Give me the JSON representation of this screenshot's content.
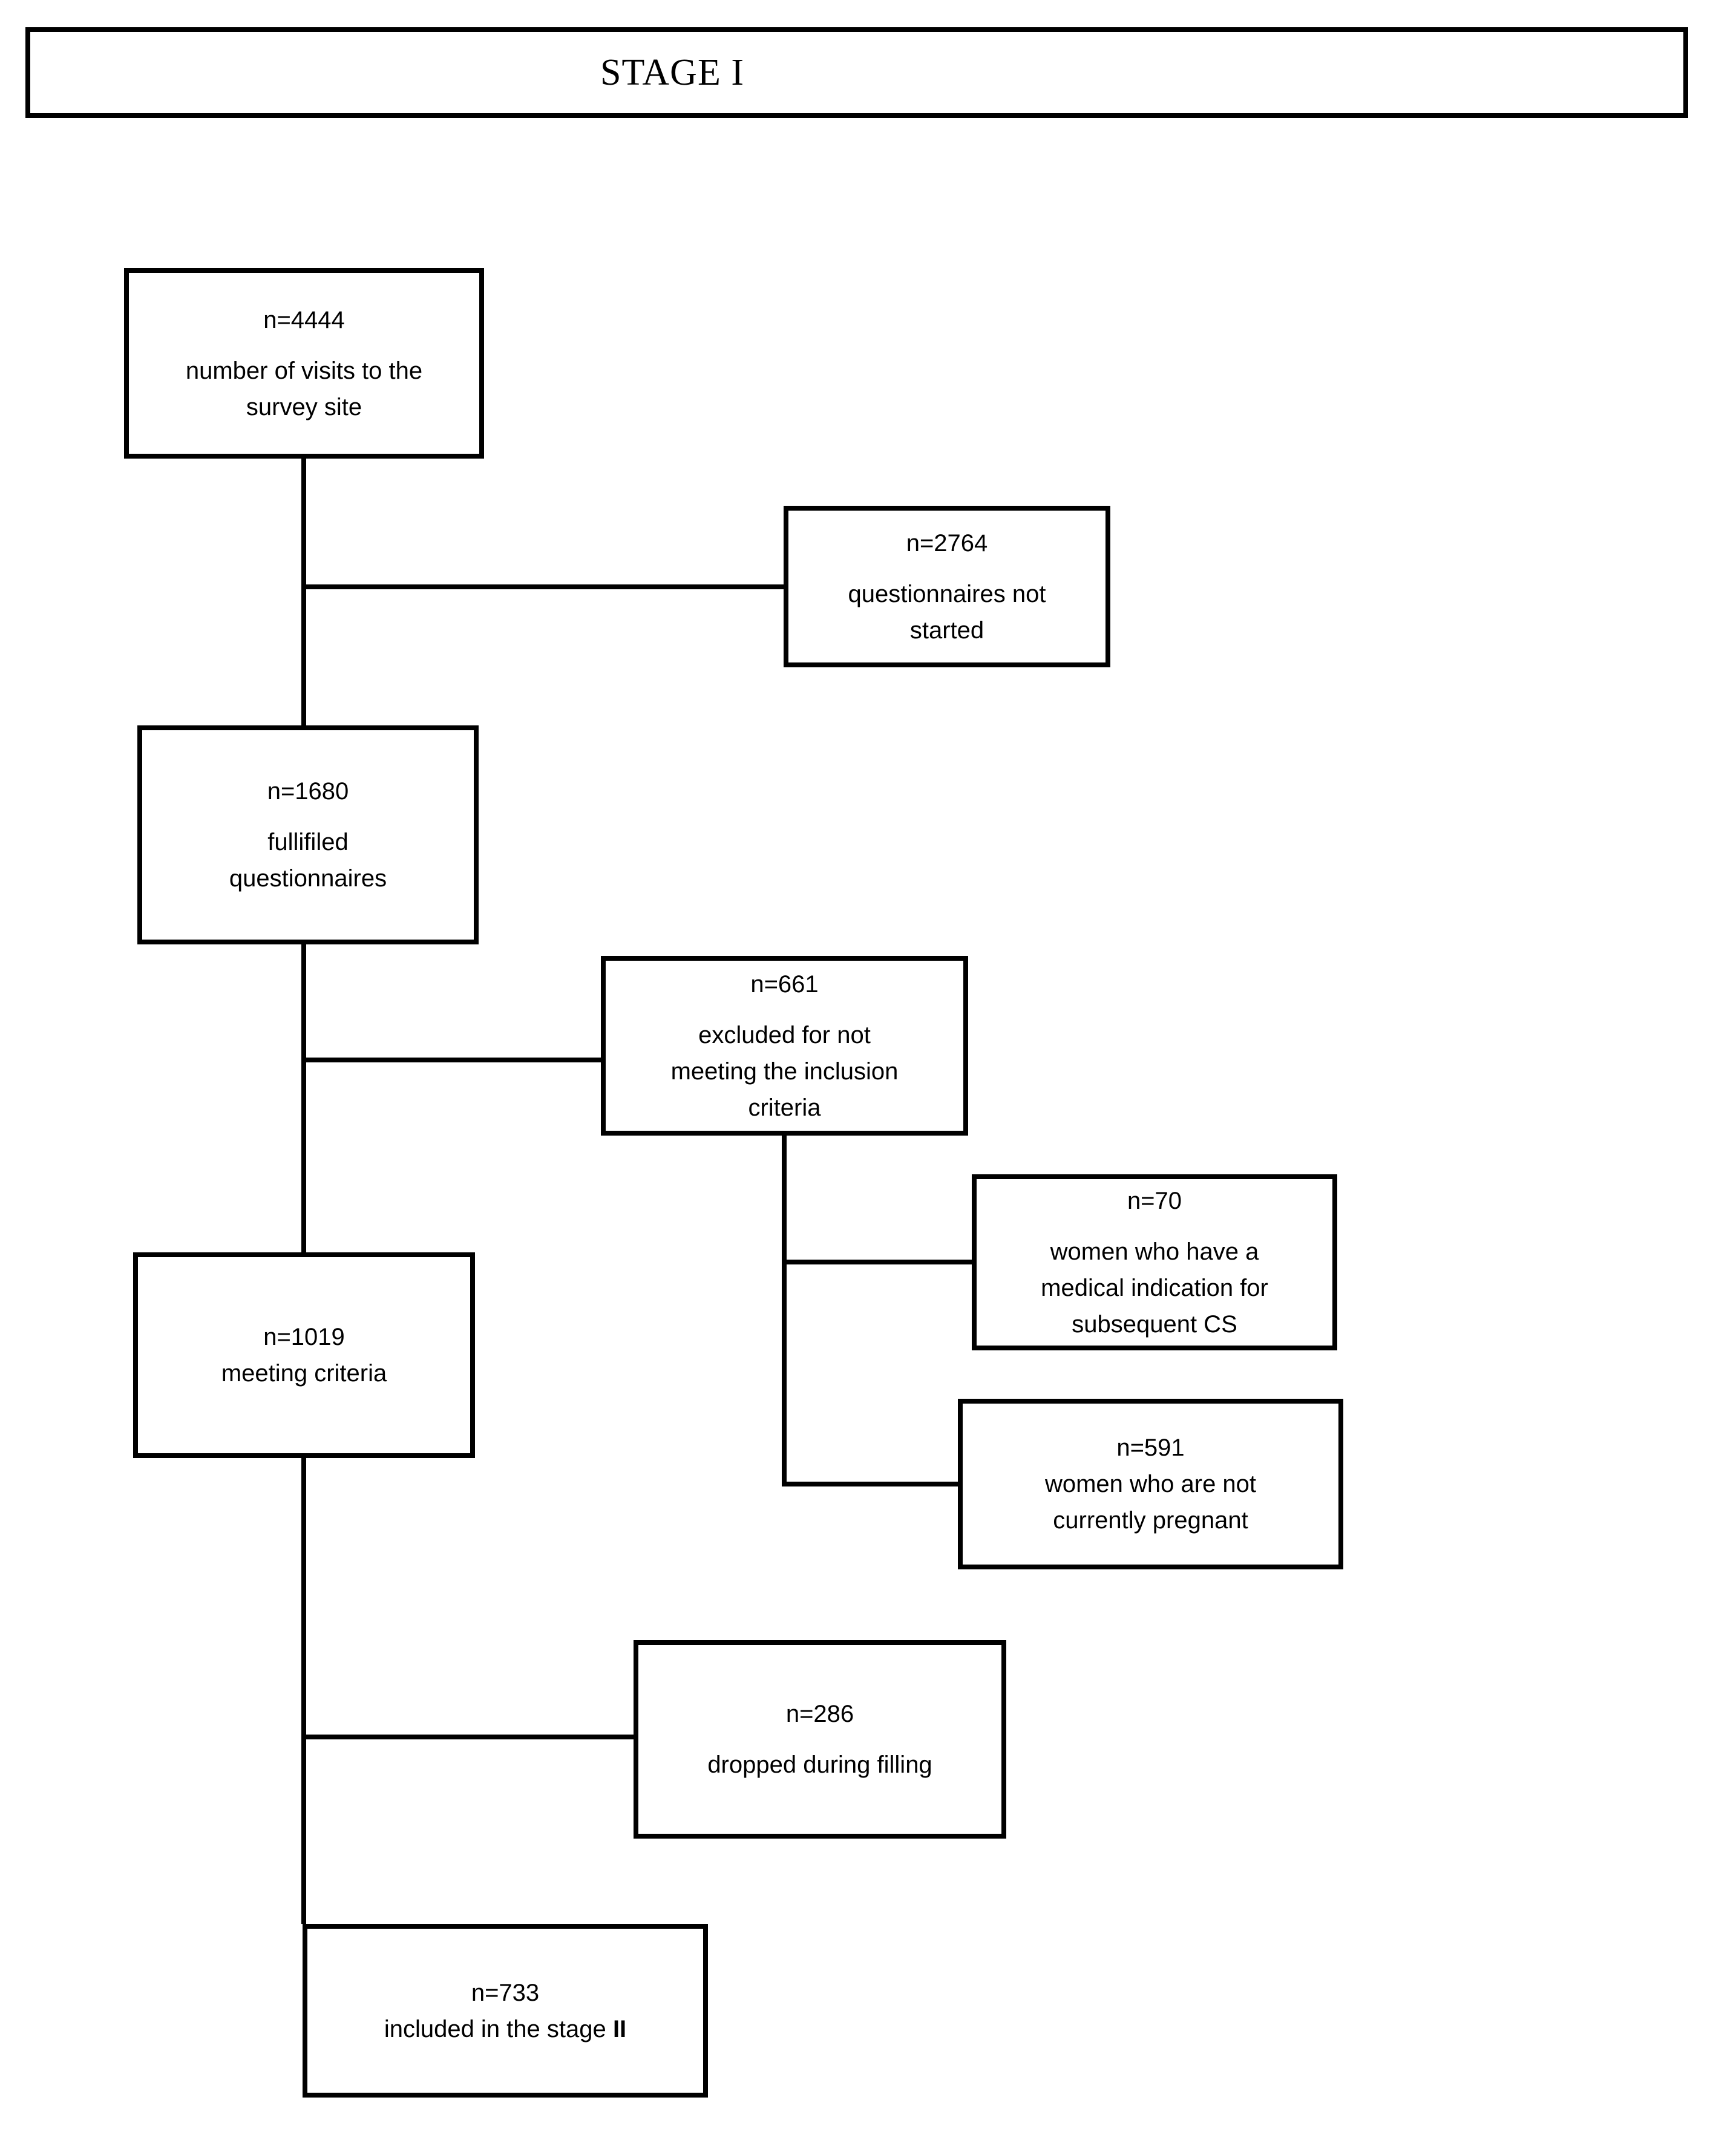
{
  "header": {
    "title": "STAGE I"
  },
  "boxes": {
    "visits": {
      "n": "n=4444",
      "lines": [
        "number of visits to the",
        "survey site"
      ]
    },
    "not_started": {
      "n": "n=2764",
      "lines": [
        "questionnaires not",
        "started"
      ]
    },
    "fulfilled": {
      "n": "n=1680",
      "lines": [
        "fullifiled",
        "questionnaires"
      ]
    },
    "excluded": {
      "n": "n=661",
      "lines": [
        "excluded for not",
        "meeting the inclusion",
        "criteria"
      ]
    },
    "medical_cs": {
      "n": "n=70",
      "lines": [
        "women who have a",
        "medical indication for",
        "subsequent CS"
      ]
    },
    "meeting": {
      "n": "n=1019",
      "lines": [
        "meeting criteria"
      ]
    },
    "not_pregnant": {
      "n": "n=591",
      "lines": [
        "women who are not",
        "currently pregnant"
      ]
    },
    "dropped": {
      "n": "n=286",
      "lines": [
        "dropped during filling"
      ]
    },
    "included": {
      "n": "n=733",
      "prefix": "included in the stage",
      "bold_suffix": "II"
    }
  },
  "colors": {
    "line": "#000000",
    "background": "#ffffff",
    "text": "#000000"
  }
}
